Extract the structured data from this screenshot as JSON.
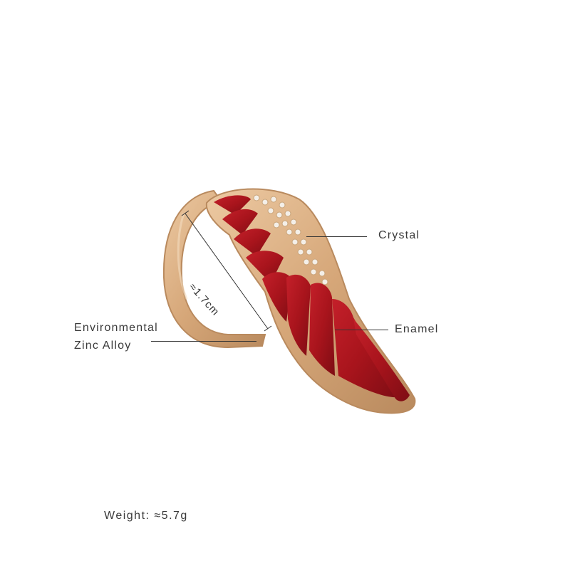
{
  "product": {
    "annotations": {
      "crystal": "Crystal",
      "enamel": "Enamel",
      "alloy_line1": "Environmental",
      "alloy_line2": "Zinc Alloy",
      "inner_diameter": "≈1.7cm"
    },
    "weight_text": "Weight: ≈5.7g"
  },
  "colors": {
    "gold": "#d6a779",
    "gold_dark": "#b98a5e",
    "enamel_red": "#a8141c",
    "enamel_dark": "#7e0d14",
    "crystal": "#f4efe8"
  }
}
